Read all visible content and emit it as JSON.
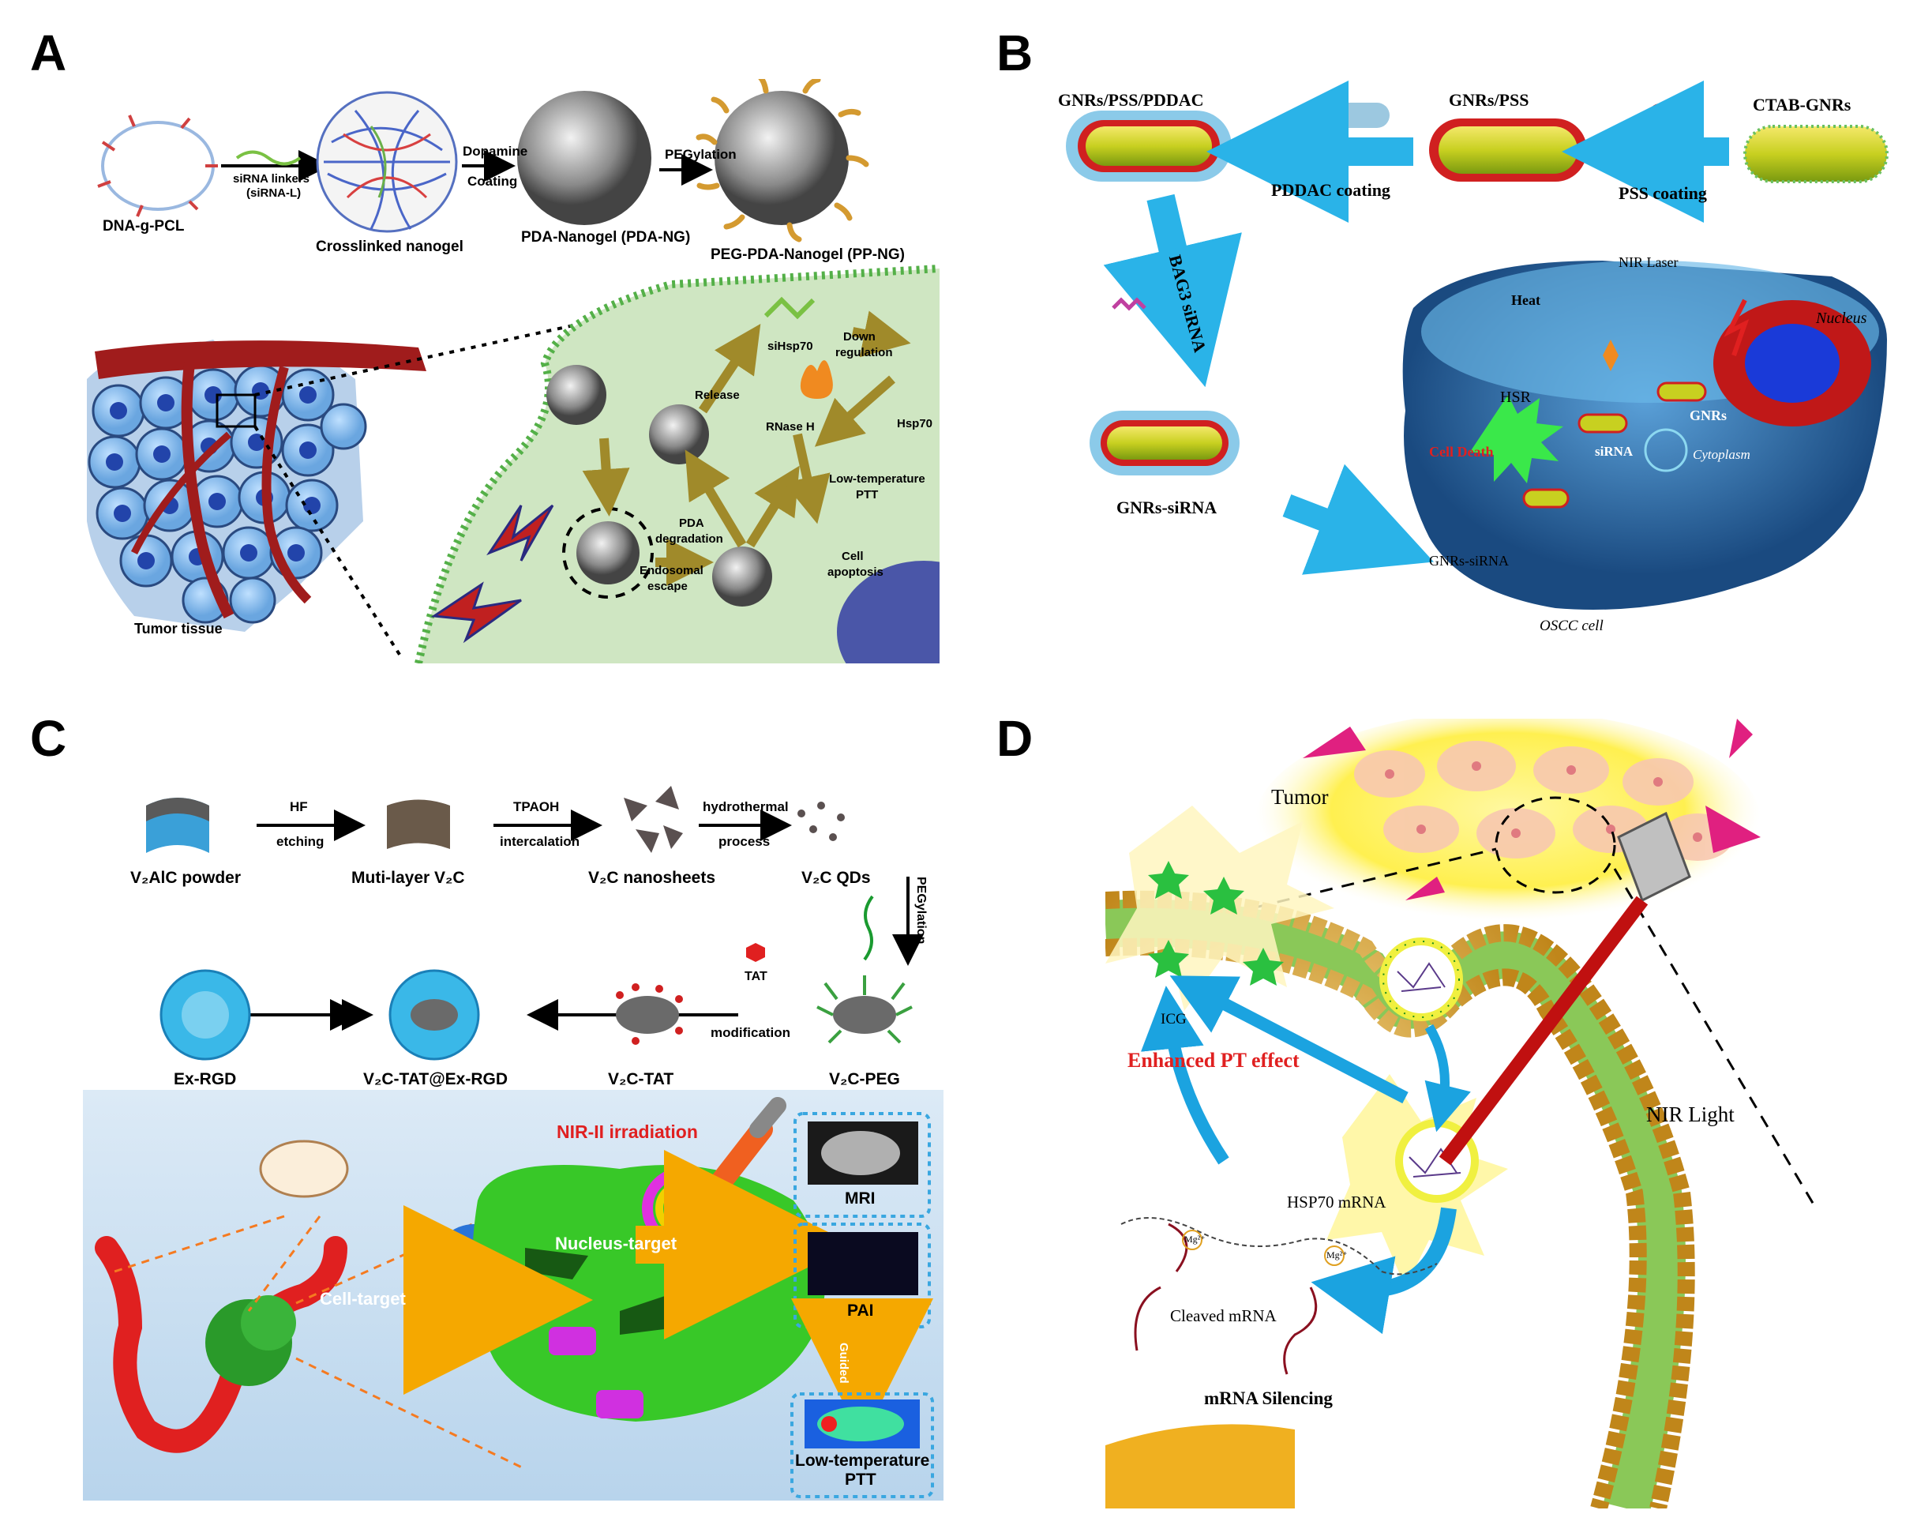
{
  "panels": {
    "A": {
      "letter": "A",
      "steps": [
        "DNA-g-PCL",
        "siRNA linkers",
        "(siRNA-L)",
        "Crosslinked nanogel",
        "Dopamine",
        "Coating",
        "PDA-Nanogel (PDA-NG)",
        "PEGylation",
        "PEG-PDA-Nanogel (PP-NG)"
      ],
      "cell_labels": [
        "siHsp70",
        "Down",
        "regulation",
        "Release",
        "RNase H",
        "Hsp70",
        "Low-temperature",
        "PTT",
        "PDA",
        "degradation",
        "Cell",
        "apoptosis",
        "Endosomal",
        "escape",
        "Tumor  tissue"
      ]
    },
    "B": {
      "letter": "B",
      "labels": [
        "GNRs/PSS/PDDAC",
        "GNRs/PSS",
        "CTAB-GNRs",
        "PDDAC coating",
        "PSS coating",
        "BAG3 siRNA",
        "GNRs-siRNA",
        "NIR Laser",
        "Heat",
        "Nucleus",
        "HSR",
        "GNRs",
        "Cell Death",
        "siRNA",
        "Cytoplasm",
        "GNRs-siRNA",
        "OSCC cell"
      ]
    },
    "C": {
      "letter": "C",
      "row1": [
        "V₂AlC powder",
        "Muti-layer V₂C",
        "V₂C nanosheets",
        "V₂C QDs"
      ],
      "arrows1": [
        "HF",
        "etching",
        "TPAOH",
        "intercalation",
        "hydrothermal",
        "process",
        "PEGylation"
      ],
      "row2": [
        "Ex-RGD",
        "V₂C-TAT@Ex-RGD",
        "V₂C-TAT",
        "V₂C-PEG"
      ],
      "arrows2": [
        "TAT",
        "modification"
      ],
      "bottom": [
        "NIR-II irradiation",
        "Cell-target",
        "Nucleus-target",
        "MRI",
        "PAI",
        "Guided",
        "Low-temperature",
        "PTT"
      ]
    },
    "D": {
      "letter": "D",
      "labels": [
        "Tumor",
        "ICG",
        "Enhanced PT effect",
        "NIR Light",
        "HSP70 mRNA",
        "Cleaved mRNA",
        "mRNA Silencing",
        "Mg²⁺",
        "Mg²⁺"
      ]
    }
  },
  "colors": {
    "accent_blue": "#1ba3e0",
    "red_text": "#e02020",
    "orange_arrow": "#f5a800",
    "cell_green": "#cfe6c2"
  }
}
